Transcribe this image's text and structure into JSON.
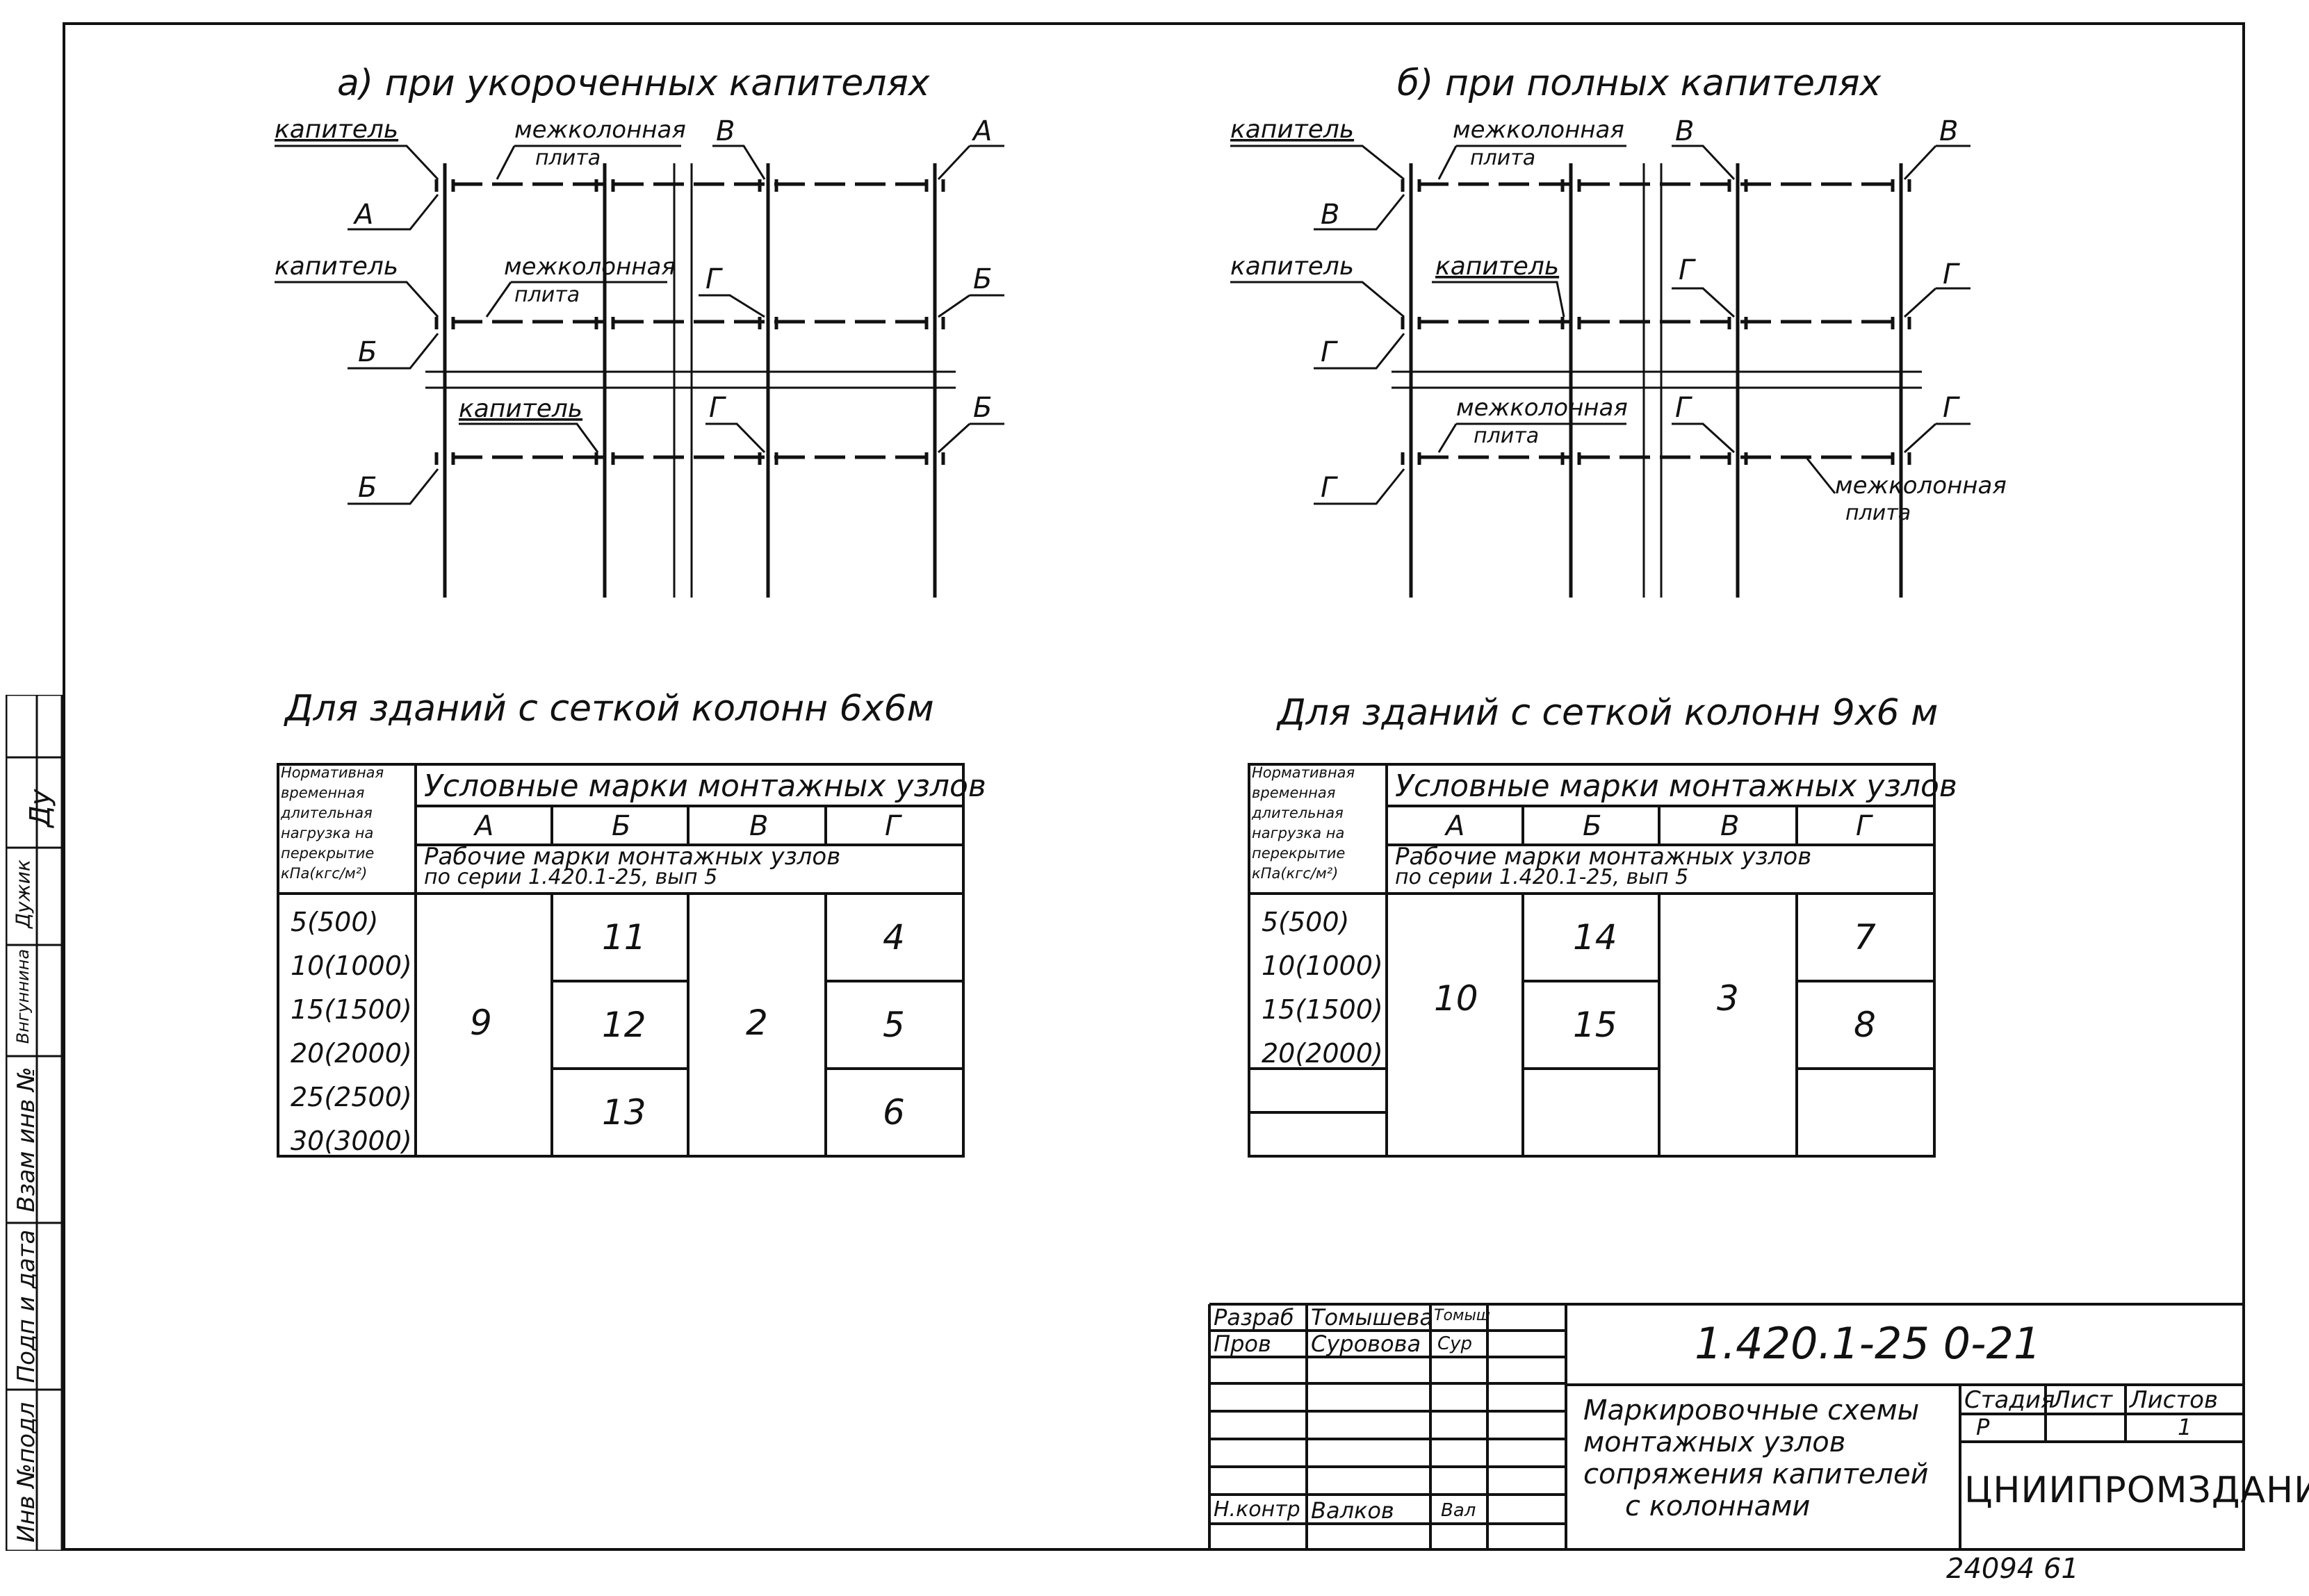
{
  "diagram_a": {
    "title": "а) при укороченных капителях",
    "labels": {
      "kapitel_1": "капитель",
      "mezhkol_1": "межколонная",
      "plita_1": "плита",
      "v_top": "В",
      "a_right": "А",
      "a_left": "А",
      "kapitel_2": "капитель",
      "mezhkol_2": "межколонная",
      "plita_2": "плита",
      "g_mid": "Г",
      "b_right": "Б",
      "b_left": "Б",
      "kapitel_3": "капитель",
      "g_low": "Г",
      "b_right_low": "Б",
      "b_left_low": "Б"
    }
  },
  "diagram_b": {
    "title": "б) при полных капителях",
    "labels": {
      "kapitel_1": "капитель",
      "mezhkol_1": "межколонная",
      "plita_1": "плита",
      "v_top": "В",
      "v_right": "В",
      "v_left": "В",
      "kapitel_2": "капитель",
      "kapitel_3": "капитель",
      "g_mid": "Г",
      "g_right": "Г",
      "g_left": "Г",
      "mezhkol_2": "межколонная",
      "plita_2": "плита",
      "g_low": "Г",
      "g_right_low": "Г",
      "g_left_low": "Г",
      "mezhkol_3": "межколонная",
      "plita_3": "плита"
    }
  },
  "table_6x6": {
    "title": "Для зданий с сеткой колонн 6х6м",
    "head_load": [
      "Нормативная",
      "временная",
      "длительная",
      "нагрузка на",
      "перекрытие",
      "кПа(кгс/м²)"
    ],
    "head_marks": "Условные марки монтажных узлов",
    "cols": [
      "А",
      "Б",
      "В",
      "Г"
    ],
    "head_work1": "Рабочие марки монтажных узлов",
    "head_work2": "по серии 1.420.1-25, вып 5",
    "loads": [
      "5(500)",
      "10(1000)",
      "15(1500)",
      "20(2000)",
      "25(2500)",
      "30(3000)"
    ],
    "col_a": "9",
    "col_b": [
      "11",
      "12",
      "13"
    ],
    "col_v": "2",
    "col_g": [
      "4",
      "5",
      "6"
    ]
  },
  "table_9x6": {
    "title": "Для зданий с сеткой колонн 9х6 м",
    "head_load": [
      "Нормативная",
      "временная",
      "длительная",
      "нагрузка на",
      "перекрытие",
      "кПа(кгс/м²)"
    ],
    "head_marks": "Условные марки монтажных узлов",
    "cols": [
      "А",
      "Б",
      "В",
      "Г"
    ],
    "head_work1": "Рабочие марки монтажных узлов",
    "head_work2": "по серии 1.420.1-25, вып 5",
    "loads": [
      "5(500)",
      "10(1000)",
      "15(1500)",
      "20(2000)",
      "",
      ""
    ],
    "col_a": "10",
    "col_b": [
      "14",
      "15",
      ""
    ],
    "col_v": "3",
    "col_g": [
      "7",
      "8",
      ""
    ]
  },
  "stamp": {
    "rows": [
      {
        "role": "Разраб",
        "name": "Томышева",
        "sign": "Томыш"
      },
      {
        "role": "Пров",
        "name": "Суровова",
        "sign": "Сур"
      },
      {
        "role": "Н.контр",
        "name": "Валков",
        "sign": "Вал"
      }
    ],
    "code": "1.420.1-25 0-21",
    "title_lines": [
      "Маркировочные схемы",
      "монтажных узлов",
      "сопряжения капителей",
      "с колоннами"
    ],
    "stage_label": "Стадия",
    "sheet_label": "Лист",
    "sheets_label": "Листов",
    "stage_value": "Р",
    "sheets_value": "1",
    "org": "ЦНИИПРОМЗДАНИЙ"
  },
  "side_stamp": {
    "inv_podl": "Инв №подл",
    "podp_data": "Подп и дата",
    "vzam_inv": "Взам инв №",
    "sign1": "Внгуннина",
    "sign2": "Дужик",
    "sign3": "Ду"
  },
  "bottom_number": "24094 61"
}
